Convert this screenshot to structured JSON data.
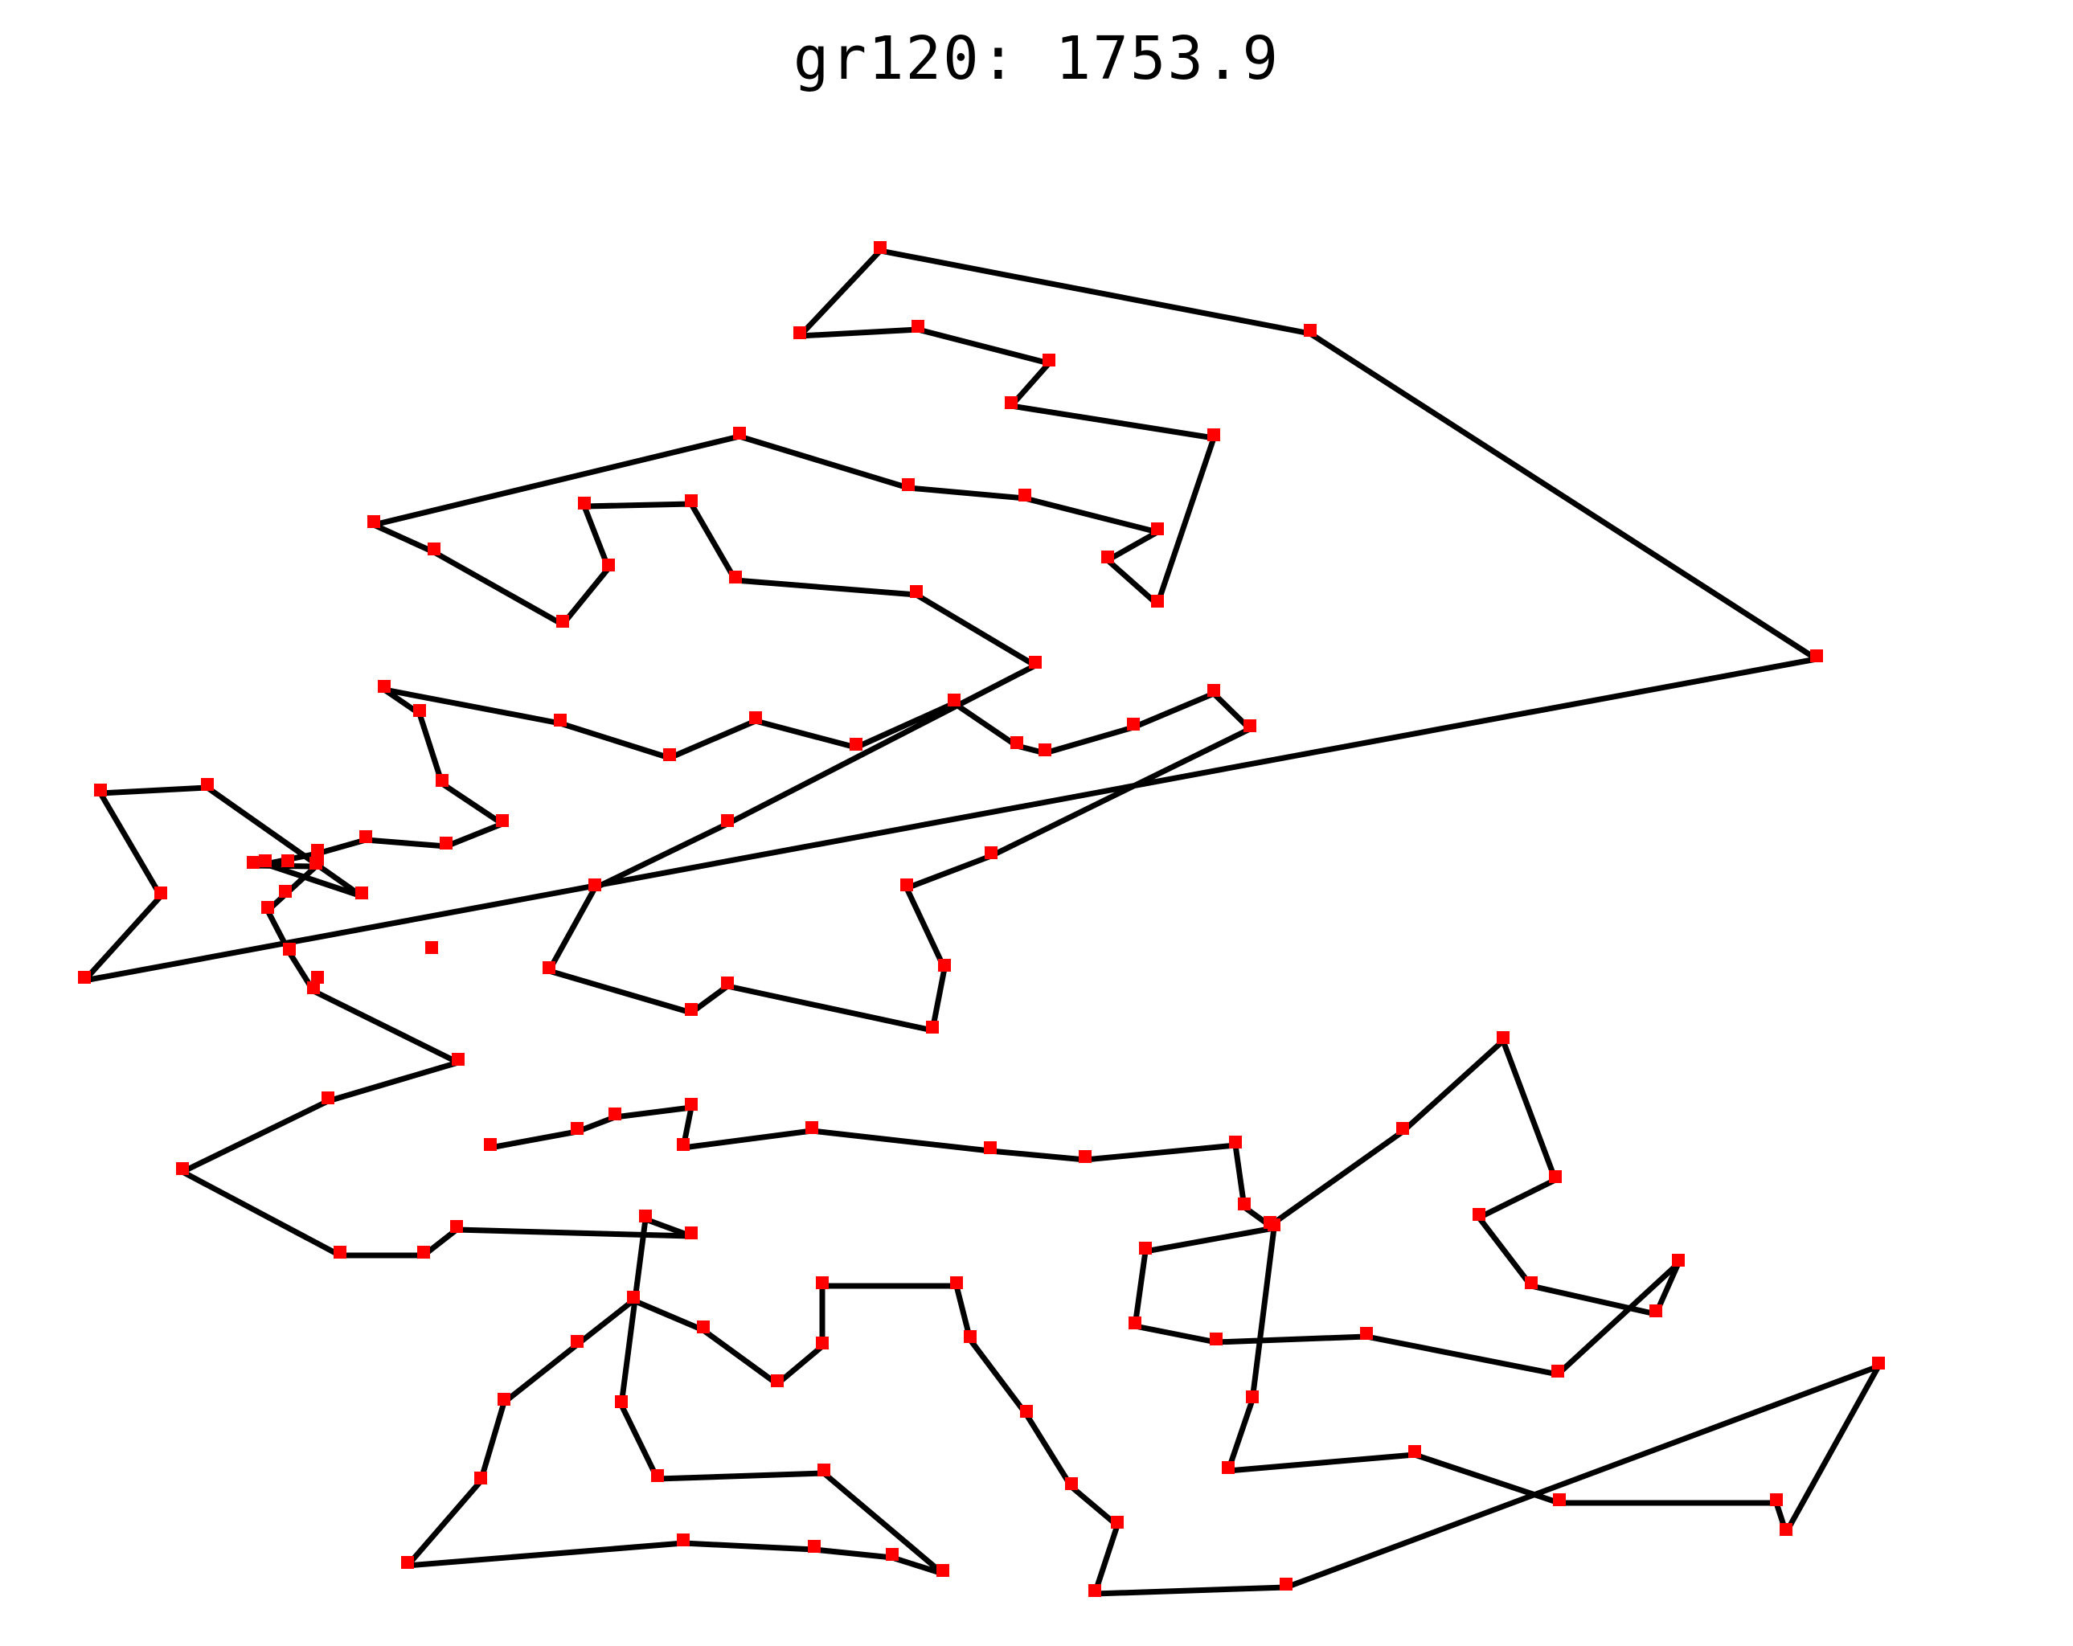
{
  "chart_data": {
    "type": "line",
    "title": "gr120: 1753.9",
    "axes_visible": false,
    "grid": false,
    "legend": "none",
    "colors": {
      "route": "#000000",
      "city": "#ff0000"
    },
    "route_closed": true,
    "route": [
      [
        1095,
        312
      ],
      [
        1630,
        415
      ],
      [
        2260,
        820
      ],
      [
        105,
        1220
      ],
      [
        200,
        1115
      ],
      [
        125,
        987
      ],
      [
        258,
        980
      ],
      [
        450,
        1115
      ],
      [
        330,
        1075
      ],
      [
        395,
        1062
      ],
      [
        455,
        1045
      ],
      [
        555,
        1053
      ],
      [
        625,
        1025
      ],
      [
        550,
        975
      ],
      [
        522,
        888
      ],
      [
        478,
        858
      ],
      [
        697,
        900
      ],
      [
        833,
        943
      ],
      [
        940,
        897
      ],
      [
        1065,
        930
      ],
      [
        1187,
        875
      ],
      [
        1265,
        928
      ],
      [
        1300,
        937
      ],
      [
        1410,
        905
      ],
      [
        1510,
        863
      ],
      [
        1555,
        907
      ],
      [
        1233,
        1065
      ],
      [
        1128,
        1105
      ],
      [
        1175,
        1205
      ],
      [
        1160,
        1282
      ],
      [
        905,
        1227
      ],
      [
        860,
        1260
      ],
      [
        683,
        1208
      ],
      [
        740,
        1105
      ],
      [
        905,
        1025
      ],
      [
        1288,
        828
      ],
      [
        1140,
        740
      ],
      [
        915,
        722
      ],
      [
        860,
        627
      ],
      [
        727,
        630
      ],
      [
        757,
        707
      ],
      [
        700,
        777
      ],
      [
        540,
        687
      ],
      [
        465,
        653
      ],
      [
        920,
        543
      ],
      [
        1130,
        607
      ],
      [
        1275,
        620
      ],
      [
        1440,
        662
      ],
      [
        1378,
        697
      ],
      [
        1440,
        752
      ],
      [
        1510,
        545
      ],
      [
        1258,
        505
      ],
      [
        1305,
        452
      ],
      [
        1142,
        410
      ],
      [
        995,
        418
      ],
      [
        1095,
        312
      ]
    ],
    "cities_extra": [
      [
        537,
        1183
      ],
      [
        358,
        1075
      ],
      [
        355,
        1113
      ],
      [
        395,
        1220
      ],
      [
        395,
        1073
      ]
    ],
    "route_b": [
      [
        1548,
        1502
      ],
      [
        1580,
        1525
      ],
      [
        1745,
        1408
      ],
      [
        1870,
        1295
      ],
      [
        1935,
        1468
      ],
      [
        1840,
        1515
      ],
      [
        1905,
        1600
      ],
      [
        2060,
        1635
      ],
      [
        2088,
        1572
      ],
      [
        1938,
        1710
      ],
      [
        1700,
        1663
      ],
      [
        1513,
        1670
      ],
      [
        1412,
        1650
      ],
      [
        1425,
        1557
      ],
      [
        1585,
        1528
      ],
      [
        1558,
        1742
      ],
      [
        1528,
        1830
      ],
      [
        1760,
        1810
      ],
      [
        1940,
        1870
      ],
      [
        2210,
        1870
      ],
      [
        2222,
        1907
      ],
      [
        2337,
        1700
      ],
      [
        1600,
        1975
      ],
      [
        1362,
        1983
      ],
      [
        1390,
        1898
      ],
      [
        1333,
        1850
      ],
      [
        1277,
        1760
      ],
      [
        1207,
        1667
      ],
      [
        1190,
        1600
      ],
      [
        1023,
        1600
      ],
      [
        1023,
        1675
      ],
      [
        967,
        1722
      ],
      [
        875,
        1655
      ],
      [
        788,
        1618
      ],
      [
        718,
        1673
      ],
      [
        627,
        1745
      ],
      [
        598,
        1843
      ],
      [
        507,
        1948
      ],
      [
        850,
        1920
      ],
      [
        1013,
        1928
      ],
      [
        1110,
        1938
      ],
      [
        1173,
        1958
      ],
      [
        1025,
        1833
      ],
      [
        818,
        1840
      ],
      [
        773,
        1748
      ],
      [
        803,
        1517
      ],
      [
        860,
        1538
      ],
      [
        568,
        1530
      ],
      [
        527,
        1562
      ],
      [
        423,
        1562
      ],
      [
        227,
        1458
      ],
      [
        408,
        1370
      ],
      [
        570,
        1322
      ],
      [
        390,
        1233
      ],
      [
        360,
        1185
      ],
      [
        333,
        1133
      ],
      [
        393,
        1078
      ],
      [
        315,
        1077
      ]
    ],
    "route_c": [
      [
        1548,
        1502
      ],
      [
        1537,
        1425
      ],
      [
        1350,
        1443
      ],
      [
        1232,
        1432
      ],
      [
        1010,
        1407
      ],
      [
        850,
        1428
      ],
      [
        860,
        1378
      ],
      [
        765,
        1390
      ],
      [
        718,
        1408
      ],
      [
        610,
        1428
      ]
    ]
  }
}
